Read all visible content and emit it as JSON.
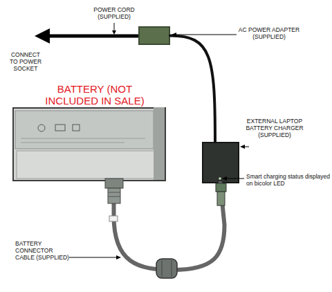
{
  "diagram": {
    "nodes": [
      {
        "text": [
          "AC POWER ADAPTER (SUPPLIED)"
        ]
      },
      {
        "text": [
          "BATTERY (NOT INCLUDED IN SALE)"
        ]
      },
      {
        "text": [
          "EXTERNAL LAPTOP BATTERY CHARGER (SUPPLIED)"
        ]
      }
    ],
    "edges": [
      {
        "from": 0,
        "to": 2,
        "arrow": "none"
      },
      {
        "from": 1,
        "to": 2,
        "arrow": "none"
      }
    ],
    "labels": [
      "POWER CORD (SUPPLIED)",
      "CONNECT TO POWER SOCKET",
      "Smart charging status displayed on bicolor LED",
      "BATTERY CONNECTOR CABLE (SUPPLIED)"
    ]
  }
}
